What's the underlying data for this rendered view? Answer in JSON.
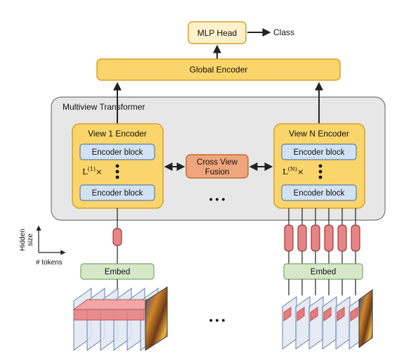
{
  "diagram": {
    "mlp_head": "MLP Head",
    "class_output": "Class",
    "global_encoder": "Global Encoder",
    "multiview_transformer": "Multiview Transformer",
    "view1_encoder": "View 1 Encoder",
    "viewN_encoder": "View N Encoder",
    "encoder_block": "Encoder block",
    "repeat_1": {
      "prefix": "L",
      "sup": "(1)",
      "suffix": "×"
    },
    "repeat_N": {
      "prefix": "L",
      "sup": "(N)",
      "suffix": "×"
    },
    "cross_view_fusion": [
      "Cross View",
      "Fusion"
    ],
    "ellipsis": "• • •",
    "embed": "Embed",
    "axis_hidden_size": [
      "Hidden",
      "size"
    ],
    "axis_tokens": "# tokens"
  },
  "colors": {
    "encoder_yellow": "#f9d56b",
    "encoder_border": "#d7a22a",
    "block_blue": "#d3e2f3",
    "block_border": "#5f7fa8",
    "fusion_orange": "#f0a67c",
    "fusion_border": "#c06a3b",
    "embed_green": "#d6e8c8",
    "embed_border": "#7ea56a",
    "panel_gray": "#e7e7e7",
    "token_red": "#e68585",
    "head_cream": "#fdf0cc"
  }
}
